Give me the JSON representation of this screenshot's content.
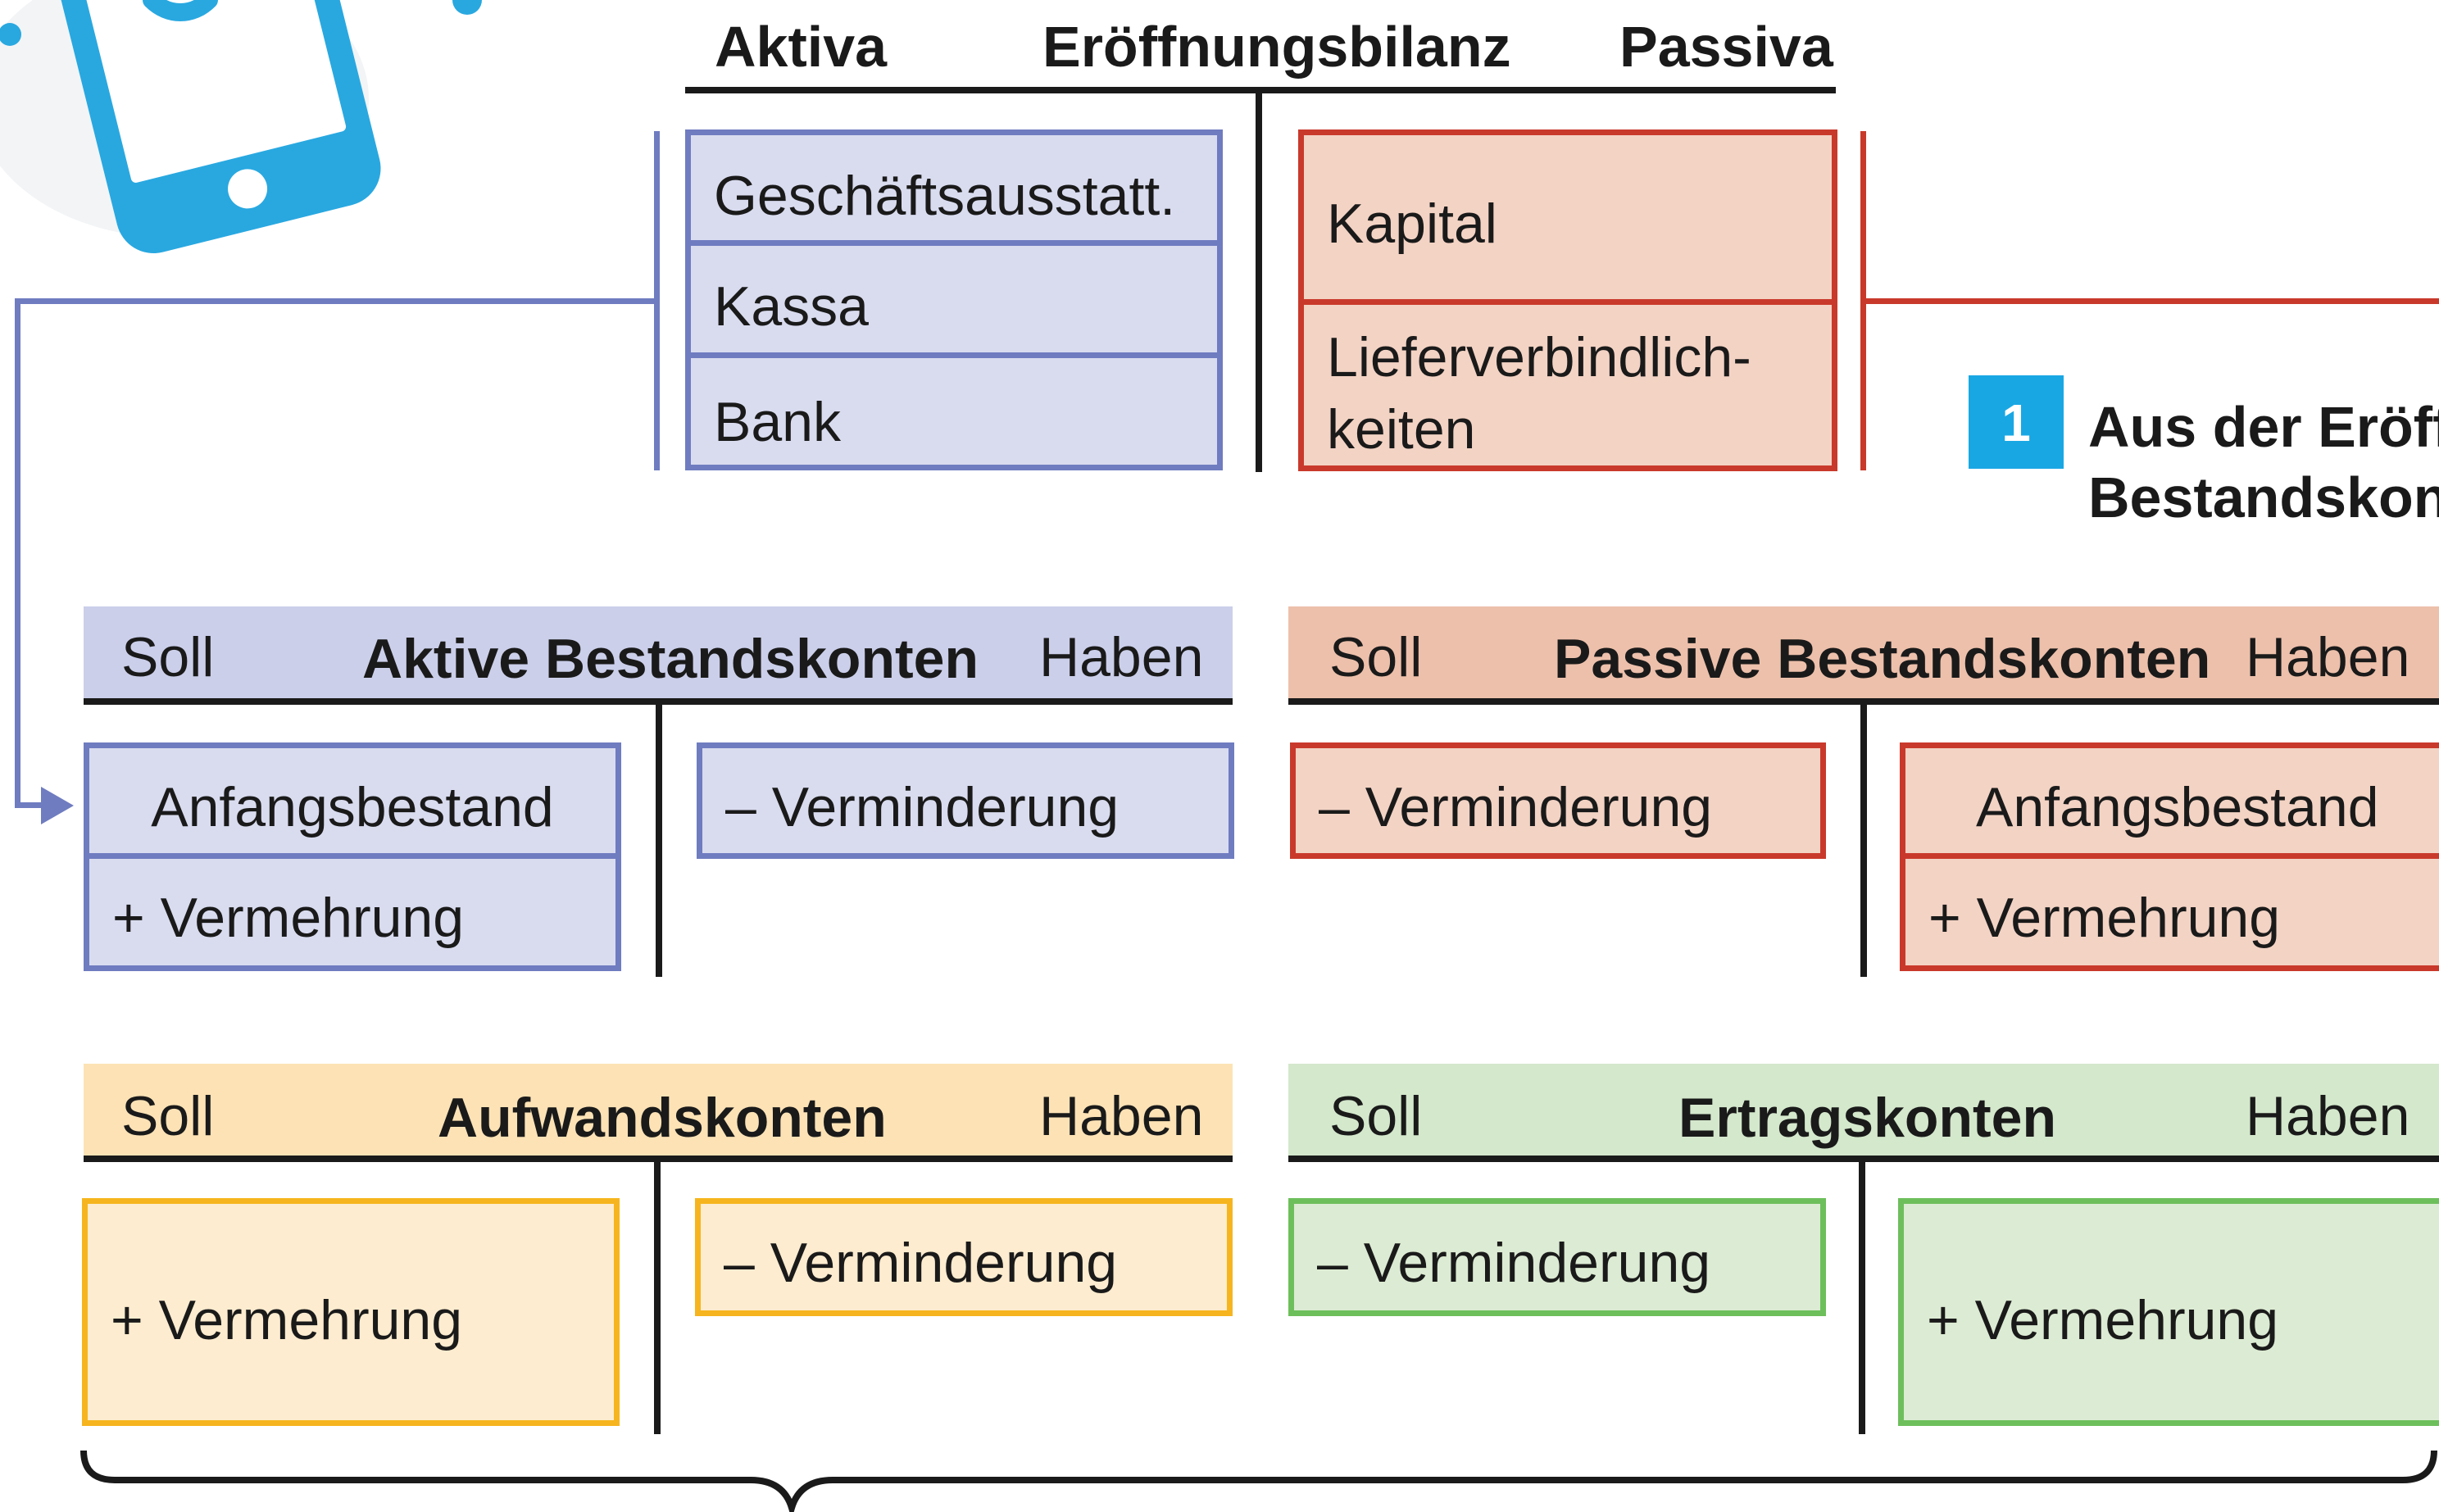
{
  "colors": {
    "aktiv_border": "#6f7cc0",
    "aktiv_fill": "#d9dcef",
    "aktiv_header": "#cbcfea",
    "passiv_border": "#c9392b",
    "passiv_fill": "#f3d3c4",
    "passiv_header": "#edc0ab",
    "aufwand_border": "#f6b51e",
    "aufwand_fill": "#fdeccf",
    "aufwand_header": "#fce2b5",
    "ertrag_border": "#6dbf5b",
    "ertrag_fill": "#dcebd3",
    "ertrag_header": "#d4e8cc",
    "badge": "#19a7e4",
    "phone": "#29a8e0"
  },
  "icons": {
    "phone": "smartphone-icon"
  },
  "balance": {
    "left": "Aktiva",
    "title": "Eröffnungsbilanz",
    "right": "Passiva",
    "aktiva": [
      "Geschäftsausstatt.",
      "Kassa",
      "Bank"
    ],
    "passiva": {
      "kapital": "Kapital",
      "lieferverbindlichkeiten": [
        "Lieferverbindlich-",
        "keiten"
      ]
    }
  },
  "step": {
    "number": "1",
    "lines": [
      "Aus der Eröffn",
      "Bestandskont"
    ]
  },
  "accounts": {
    "aktiv": {
      "soll": "Soll",
      "title": "Aktive Bestandskonten",
      "haben": "Haben",
      "soll_items": [
        "Anfangsbestand",
        "+ Vermehrung"
      ],
      "haben_items": [
        "– Verminderung"
      ]
    },
    "passiv": {
      "soll": "Soll",
      "title": "Passive Bestandskonten",
      "haben": "Haben",
      "soll_items": [
        "– Verminderung"
      ],
      "haben_items": [
        "Anfangsbestand",
        "+ Vermehrung"
      ]
    },
    "aufwand": {
      "soll": "Soll",
      "title": "Aufwandskonten",
      "haben": "Haben",
      "soll_items": [
        "+ Vermehrung"
      ],
      "haben_items": [
        "– Verminderung"
      ]
    },
    "ertrag": {
      "soll": "Soll",
      "title": "Ertragskonten",
      "haben": "Haben",
      "soll_items": [
        "– Verminderung"
      ],
      "haben_items": [
        "+ Vermehrung"
      ]
    }
  }
}
